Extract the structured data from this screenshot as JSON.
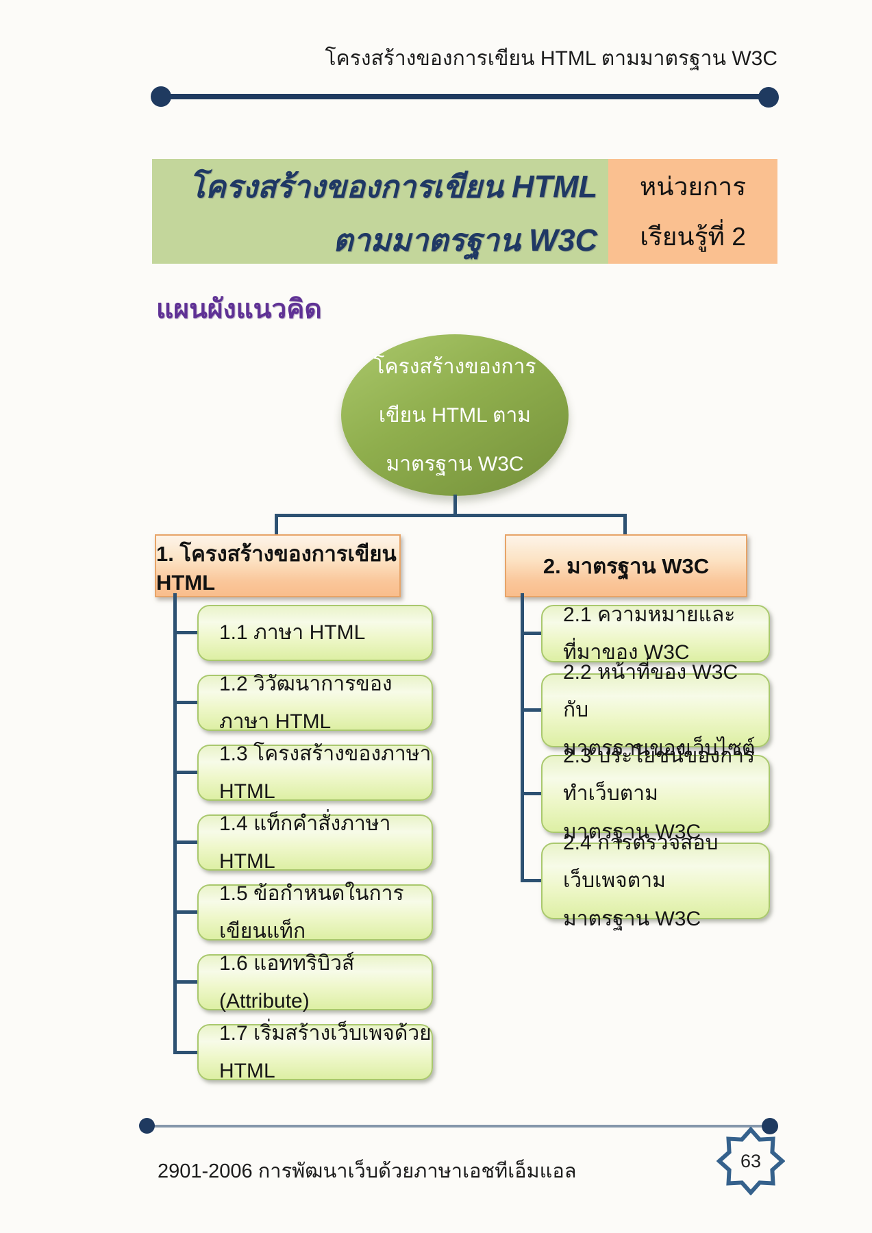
{
  "header": {
    "title": "โครงสร้างของการเขียน HTML ตามมาตรฐาน W3C"
  },
  "banner": {
    "title_line1": "โครงสร้างของการเขียน HTML",
    "title_line2": "ตามมาตรฐาน W3C",
    "unit_line1": "หน่วยการ",
    "unit_line2": "เรียนรู้ที่ 2"
  },
  "section_heading": "แผนผังแนวคิด",
  "diagram": {
    "root": {
      "line1": "โครงสร้างของการ",
      "line2": "เขียน HTML ตาม",
      "line3": "มาตรฐาน W3C"
    },
    "branches": [
      {
        "label": "1. โครงสร้างของการเขียน HTML",
        "items": [
          "1.1 ภาษา HTML",
          "1.2 วิวัฒนาการของภาษา HTML",
          "1.3 โครงสร้างของภาษา HTML",
          "1.4 แท็กคำสั่งภาษา HTML",
          "1.5 ข้อกำหนดในการเขียนแท็ก",
          "1.6 แอททริบิวส์ (Attribute)",
          "1.7 เริ่มสร้างเว็บเพจด้วย HTML"
        ]
      },
      {
        "label": "2. มาตรฐาน W3C",
        "items": [
          "2.1 ความหมายและที่มาของ W3C",
          "2.2 หน้าที่ของ W3C กับ\nมาตรฐานของเว็บไซต์",
          "2.3 ประโยชน์ของการทำเว็บตาม\nมาตรฐาน W3C",
          "2.4 การตรวจสอบเว็บเพจตาม\nมาตรฐาน W3C"
        ]
      }
    ]
  },
  "footer": {
    "course_text": "2901-2006 การพัฒนาเว็บด้วยภาษาเอชทีเอ็มแอล",
    "page_number": "63"
  },
  "colors": {
    "rule_navy": "#1f3a60",
    "connector_blue": "#2d5172",
    "banner_green": "#c3d69b",
    "banner_orange": "#fac090",
    "title_navy": "#1f3864",
    "heading_purple": "#5f3195",
    "ellipse_green_dark": "#74903a",
    "item_border_green": "#a9c86d",
    "branch_border_orange": "#e7a468",
    "badge_blue": "#35618c"
  }
}
